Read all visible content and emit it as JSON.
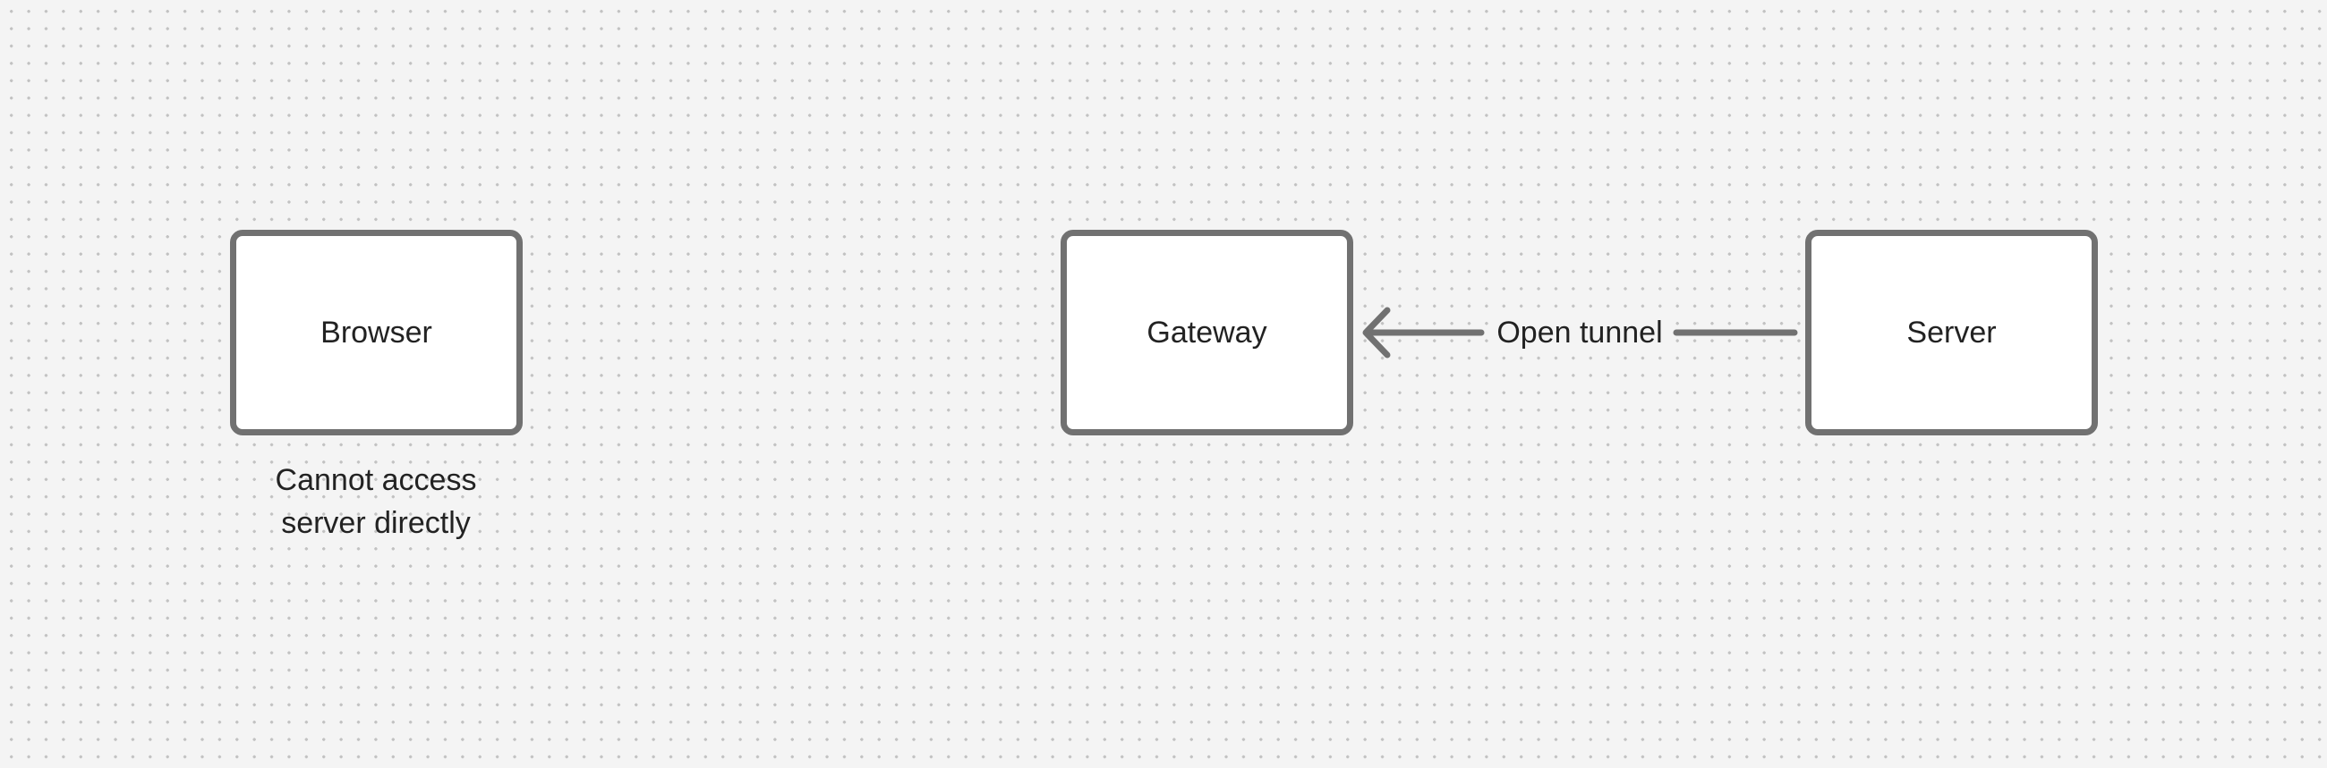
{
  "diagram": {
    "nodes": {
      "browser": {
        "label": "Browser"
      },
      "gateway": {
        "label": "Gateway"
      },
      "server": {
        "label": "Server"
      }
    },
    "edges": [
      {
        "from": "server",
        "to": "gateway",
        "label": "Open tunnel"
      }
    ],
    "notes": {
      "browser": [
        "Cannot access",
        "server directly"
      ]
    },
    "colors": {
      "canvas_background": "#f4f4f4",
      "grid_dot": "#c2c2c2",
      "node_fill": "#ffffff",
      "stroke": "#717171",
      "text": "#222222"
    }
  }
}
